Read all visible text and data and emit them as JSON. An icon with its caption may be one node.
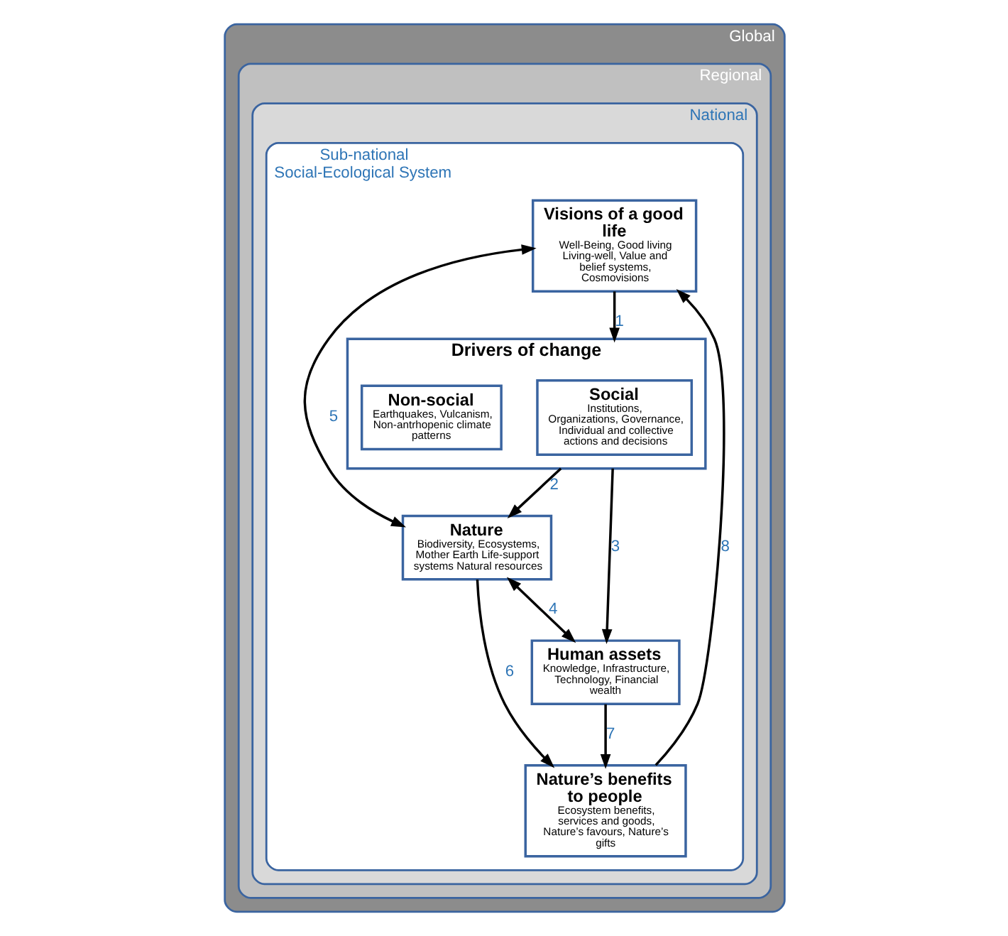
{
  "diagram": {
    "nodes": [
      {
        "text": [
          "Global"
        ]
      },
      {
        "text": [
          "Regional"
        ],
        "in": 0
      },
      {
        "text": [
          "National"
        ],
        "in": 1
      },
      {
        "text": [
          "Sub-national",
          "Social-Ecological System"
        ],
        "in": 2
      },
      {
        "text": [
          "Visions of a good life",
          "Well-Being, Good living Living-well, Value and belief systems, Cosmovisions"
        ],
        "in": 3
      },
      {
        "text": [
          "Nature’s benefits to people",
          "Ecosystem benefits, services and goods, Nature’s favours, Nature’s gifts"
        ],
        "in": 3
      },
      {
        "text": [
          "Nature",
          "Biodiversity, Ecosystems, Mother Earth Life-support systems Natural resources"
        ],
        "in": 3
      },
      {
        "text": [
          "Drivers of change"
        ],
        "in": 3
      },
      {
        "text": [
          "Social",
          "Institutions, Organizations, Governance, Individual and collective actions and decisions"
        ],
        "in": 7
      },
      {
        "text": [
          "Non-social",
          "Earthquakes, Vulcanism, Non-antrhopenic climate patterns"
        ],
        "in": 7
      },
      {
        "text": [
          "Human assets",
          "Knowledge, Infrastructure, Technology, Financial wealth"
        ],
        "in": 3
      }
    ],
    "edges": [
      {
        "from": 4,
        "to": 7,
        "arrow": "to",
        "label": "1"
      },
      {
        "from": 7,
        "to": 6,
        "arrow": "to",
        "label": "2"
      },
      {
        "from": 7,
        "to": 10,
        "arrow": "to",
        "label": "3"
      },
      {
        "from": 6,
        "to": 10,
        "arrow": "both",
        "label": "4"
      },
      {
        "from": 4,
        "to": 6,
        "arrow": "both",
        "label": "5"
      },
      {
        "from": 6,
        "to": 5,
        "arrow": "to",
        "label": "6"
      },
      {
        "from": 10,
        "to": 5,
        "arrow": "to",
        "label": "7"
      },
      {
        "from": 5,
        "to": 4,
        "arrow": "to",
        "label": "8"
      }
    ]
  }
}
